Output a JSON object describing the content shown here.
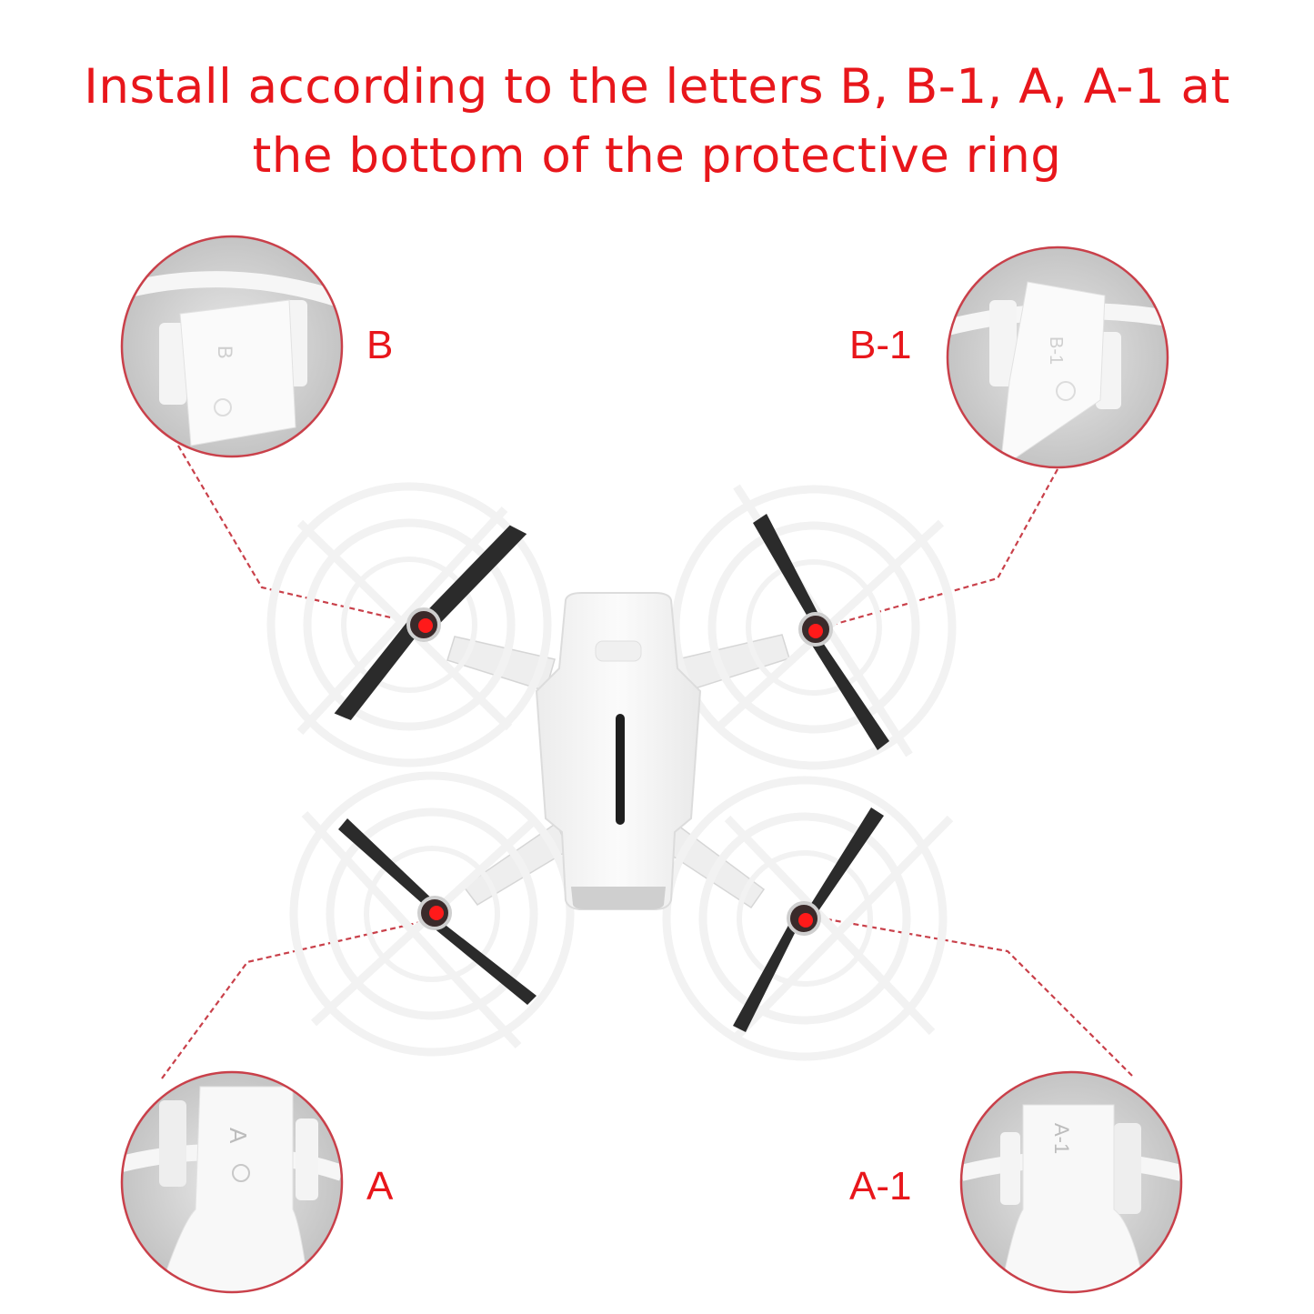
{
  "title": {
    "line1": "Install according to the letters B, B-1, A, A-1 at",
    "line2": "the bottom of the protective ring"
  },
  "callouts": [
    {
      "id": "B",
      "label": "B",
      "position": "top-left",
      "engraving": "B"
    },
    {
      "id": "B-1",
      "label": "B-1",
      "position": "top-right",
      "engraving": "B-1"
    },
    {
      "id": "A",
      "label": "A",
      "position": "bottom-left",
      "engraving": "A"
    },
    {
      "id": "A-1",
      "label": "A-1",
      "position": "bottom-right",
      "engraving": "A-1"
    }
  ],
  "colors": {
    "accent_red": "#e8161b",
    "leader_line": "#c9404a",
    "propeller": "#2b2b2b",
    "guard": "#f4f4f4",
    "body": "#f7f7f7"
  }
}
